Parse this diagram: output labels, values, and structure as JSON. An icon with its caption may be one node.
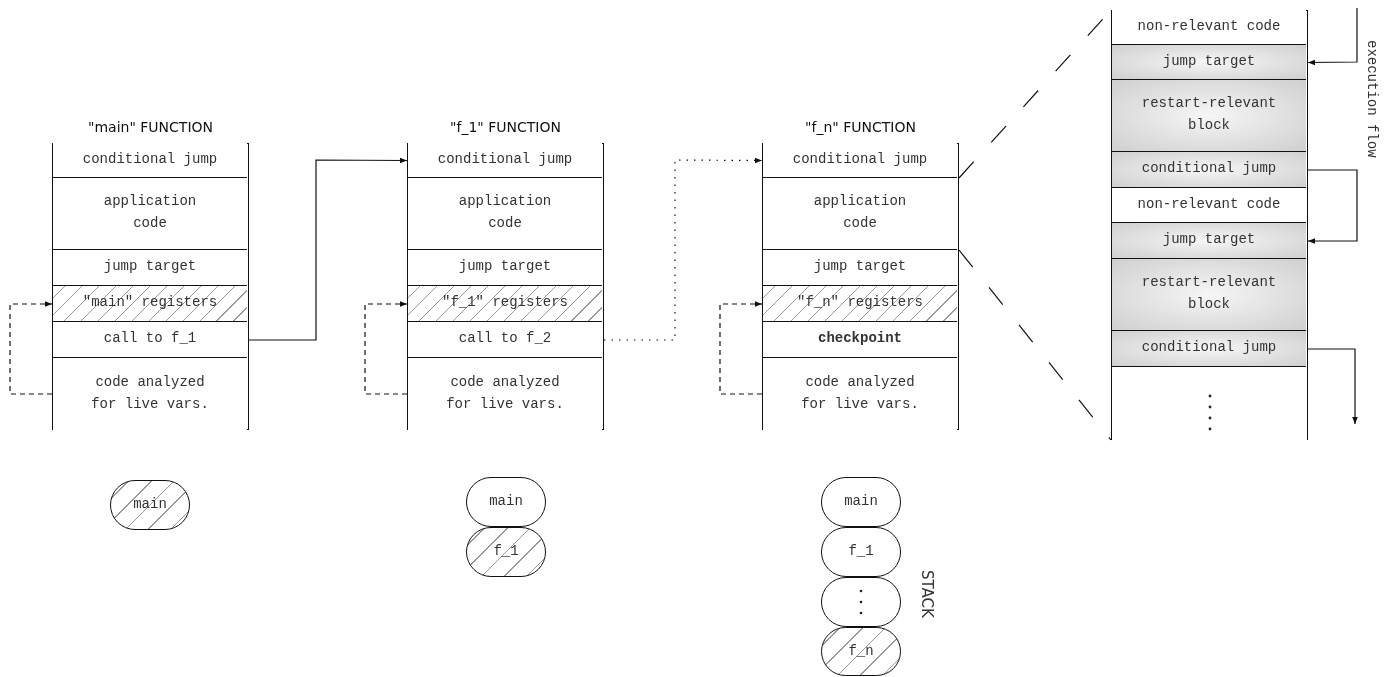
{
  "diagram": {
    "nodes": [
      {
        "text": [
          "\"main\" FUNCTION"
        ]
      },
      {
        "text": [
          "conditional jump"
        ],
        "in": 0
      },
      {
        "text": [
          "application code"
        ],
        "in": 0
      },
      {
        "text": [
          "jump target"
        ],
        "in": 0
      },
      {
        "text": [
          "\"main\" registers"
        ],
        "in": 0
      },
      {
        "text": [
          "call to f_1"
        ],
        "in": 0
      },
      {
        "text": [
          "code analyzed for live vars."
        ],
        "in": 0
      },
      {
        "text": [
          "\"f_1\" FUNCTION"
        ]
      },
      {
        "text": [
          "conditional jump"
        ],
        "in": 7
      },
      {
        "text": [
          "application code"
        ],
        "in": 7
      },
      {
        "text": [
          "jump target"
        ],
        "in": 7
      },
      {
        "text": [
          "\"f_1\" registers"
        ],
        "in": 7
      },
      {
        "text": [
          "call to f_2"
        ],
        "in": 7
      },
      {
        "text": [
          "code analyzed for live vars."
        ],
        "in": 7
      },
      {
        "text": [
          "\"f_n\" FUNCTION"
        ]
      },
      {
        "text": [
          "conditional jump"
        ],
        "in": 14
      },
      {
        "text": [
          "application code"
        ],
        "in": 14
      },
      {
        "text": [
          "jump target"
        ],
        "in": 14
      },
      {
        "text": [
          "\"f_n\" registers"
        ],
        "in": 14
      },
      {
        "text": [
          "checkpoint"
        ],
        "in": 14
      },
      {
        "text": [
          "code analyzed for live vars."
        ],
        "in": 14
      },
      {
        "text": [],
        "shape": "box"
      },
      {
        "text": [
          "non-relevant code"
        ],
        "in": 21
      },
      {
        "text": [
          "jump target"
        ],
        "in": 21
      },
      {
        "text": [
          "restart-relevant block"
        ],
        "in": 21
      },
      {
        "text": [
          "conditional jump"
        ],
        "in": 21
      },
      {
        "text": [
          "non-relevant code"
        ],
        "in": 21
      },
      {
        "text": [
          "jump target"
        ],
        "in": 21
      },
      {
        "text": [
          "restart-relevant block"
        ],
        "in": 21
      },
      {
        "text": [
          "conditional jump"
        ],
        "in": 21
      },
      {
        "text": [
          "main"
        ]
      },
      {
        "text": [
          "main"
        ]
      },
      {
        "text": [
          "f_1"
        ]
      },
      {
        "text": [
          "main"
        ]
      },
      {
        "text": [
          "f_1"
        ]
      },
      {
        "text": [],
        "shape": "pill"
      },
      {
        "text": [
          "f_n"
        ]
      }
    ],
    "edges": [
      {
        "from": 5,
        "to": 8,
        "arrow": "to"
      },
      {
        "from": 12,
        "to": 15,
        "arrow": "to",
        "style": "dashed"
      },
      {
        "from": 6,
        "to": 4,
        "arrow": "to",
        "style": "dashed"
      },
      {
        "from": 13,
        "to": 11,
        "arrow": "to",
        "style": "dashed"
      },
      {
        "from": 20,
        "to": 18,
        "arrow": "to",
        "style": "dashed"
      },
      {
        "from": 16,
        "to": 21,
        "arrow": "none",
        "style": "dashed"
      },
      {
        "from": 16,
        "to": 21,
        "arrow": "none",
        "style": "dashed"
      },
      {
        "from": null,
        "to": 23,
        "arrow": "to"
      },
      {
        "from": 25,
        "to": 27,
        "arrow": "to"
      },
      {
        "from": 29,
        "to": null,
        "arrow": "to"
      }
    ],
    "labels": [
      "execution flow",
      "STACK"
    ]
  }
}
